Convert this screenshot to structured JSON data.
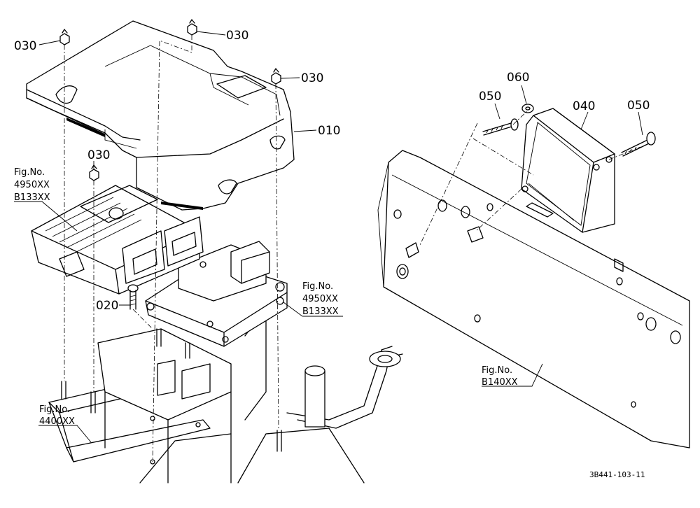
{
  "callouts": {
    "c030_a": "030",
    "c030_b": "030",
    "c030_c": "030",
    "c030_d": "030",
    "c010": "010",
    "c020": "020",
    "c040": "040",
    "c050_a": "050",
    "c050_b": "050",
    "c060": "060"
  },
  "figure_refs": {
    "ref_ecu_left": {
      "label": "Fig.No.",
      "lines": [
        "4950XX",
        "B133XX"
      ]
    },
    "ref_ecu_right": {
      "label": "Fig.No.",
      "lines": [
        "4950XX",
        "B133XX"
      ]
    },
    "ref_frame": {
      "label": "Fig.No.",
      "lines": [
        "4400XX"
      ]
    },
    "ref_panel": {
      "label": "Fig.No.",
      "lines": [
        "B140XX"
      ]
    }
  },
  "document_id": "3B441-103-11",
  "icons": [
    "hex-nut-icon",
    "bolt-icon",
    "washer-icon"
  ]
}
